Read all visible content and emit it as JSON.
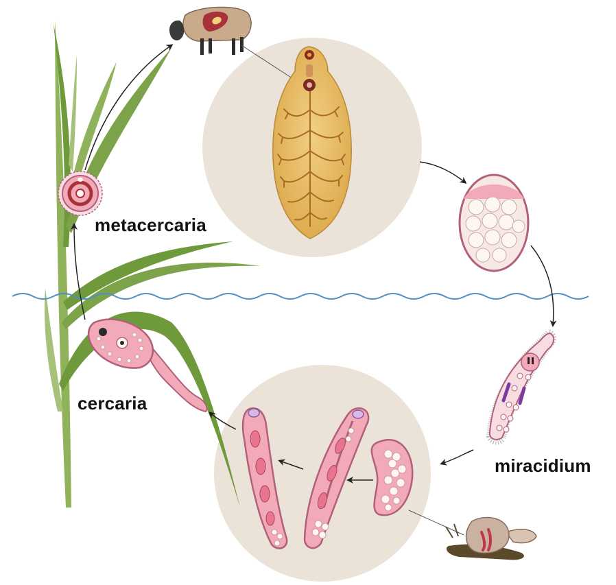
{
  "labels": {
    "metacercaria": "metacercaria",
    "cercaria": "cercaria",
    "miracidium": "miracidium"
  },
  "colors": {
    "circle_background": "#ece3d8",
    "water_line": "#4f8fc6",
    "grass": "#7da34a",
    "adult_fluke": "#e9b95d",
    "fluke_branches": "#b87f2c",
    "larva_pink": "#f2a9b8",
    "larva_outline": "#b0607a",
    "sheep_body": "#c9ab8c",
    "liver": "#a8323a",
    "snail_shell": "#c9b2a2",
    "arrow": "#222222"
  },
  "stages": [
    "adult-fluke-in-sheep-liver",
    "egg",
    "miracidium",
    "sporocyst",
    "redia",
    "redia",
    "cercaria",
    "metacercaria"
  ]
}
